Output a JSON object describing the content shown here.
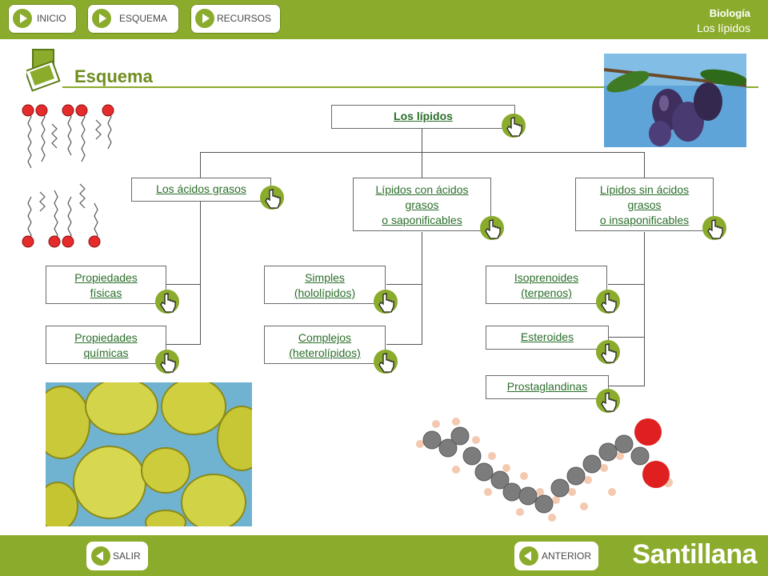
{
  "nav": {
    "inicio": "INICIO",
    "esquema": "ESQUEMA",
    "recursos": "RECURSOS"
  },
  "subject": {
    "name": "Biología",
    "topic": "Los lípidos"
  },
  "page_title": "Esquema",
  "scheme": {
    "root": "Los lípidos",
    "fatty_acids": "Los ácidos grasos",
    "physical_1": "Propiedades",
    "physical_2": "físicas",
    "chemical_1": "Propiedades",
    "chemical_2": "químicas",
    "sap_1": "Lípidos con ácidos",
    "sap_2": "grasos",
    "sap_3": "o saponificables",
    "simple_1": "Simples",
    "simple_2": "(hololípidos)",
    "complex_1": "Complejos",
    "complex_2": "(heterolípidos)",
    "insap_1": "Lípidos sin ácidos",
    "insap_2": "grasos",
    "insap_3": "o insaponificables",
    "iso_1": "Isoprenoides",
    "iso_2": "(terpenos)",
    "steroids": "Esteroides",
    "prosta": "Prostaglandinas"
  },
  "footer": {
    "salir": "SALIR",
    "anterior": "ANTERIOR",
    "brand": "Santillana"
  },
  "colors": {
    "accent": "#8bab2c",
    "link": "#2b6e2b"
  },
  "icons": [
    "play-icon",
    "hand-pointer-icon",
    "back-icon",
    "folder-icon"
  ]
}
